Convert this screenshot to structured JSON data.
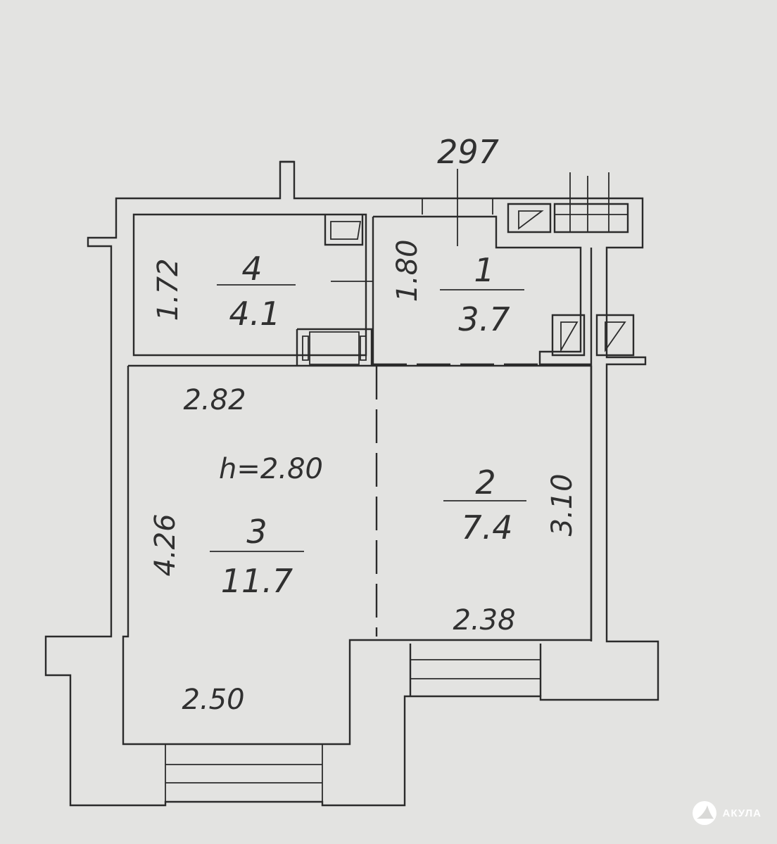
{
  "watermark": {
    "brand": "АКУЛА",
    "icon": "shark-fin-logo"
  },
  "plan": {
    "sheet_number": "297",
    "ceiling_height": "h=2.80",
    "rooms": [
      {
        "number": "1",
        "area": "3.7"
      },
      {
        "number": "2",
        "area": "7.4"
      },
      {
        "number": "3",
        "area": "11.7"
      },
      {
        "number": "4",
        "area": "4.1"
      }
    ],
    "dimensions": {
      "room4_side": "1.72",
      "room1_side": "1.80",
      "room3_top": "2.82",
      "room3_side": "4.26",
      "room3_bottom": "2.50",
      "room2_side": "3.10",
      "room2_bottom": "2.38"
    }
  }
}
